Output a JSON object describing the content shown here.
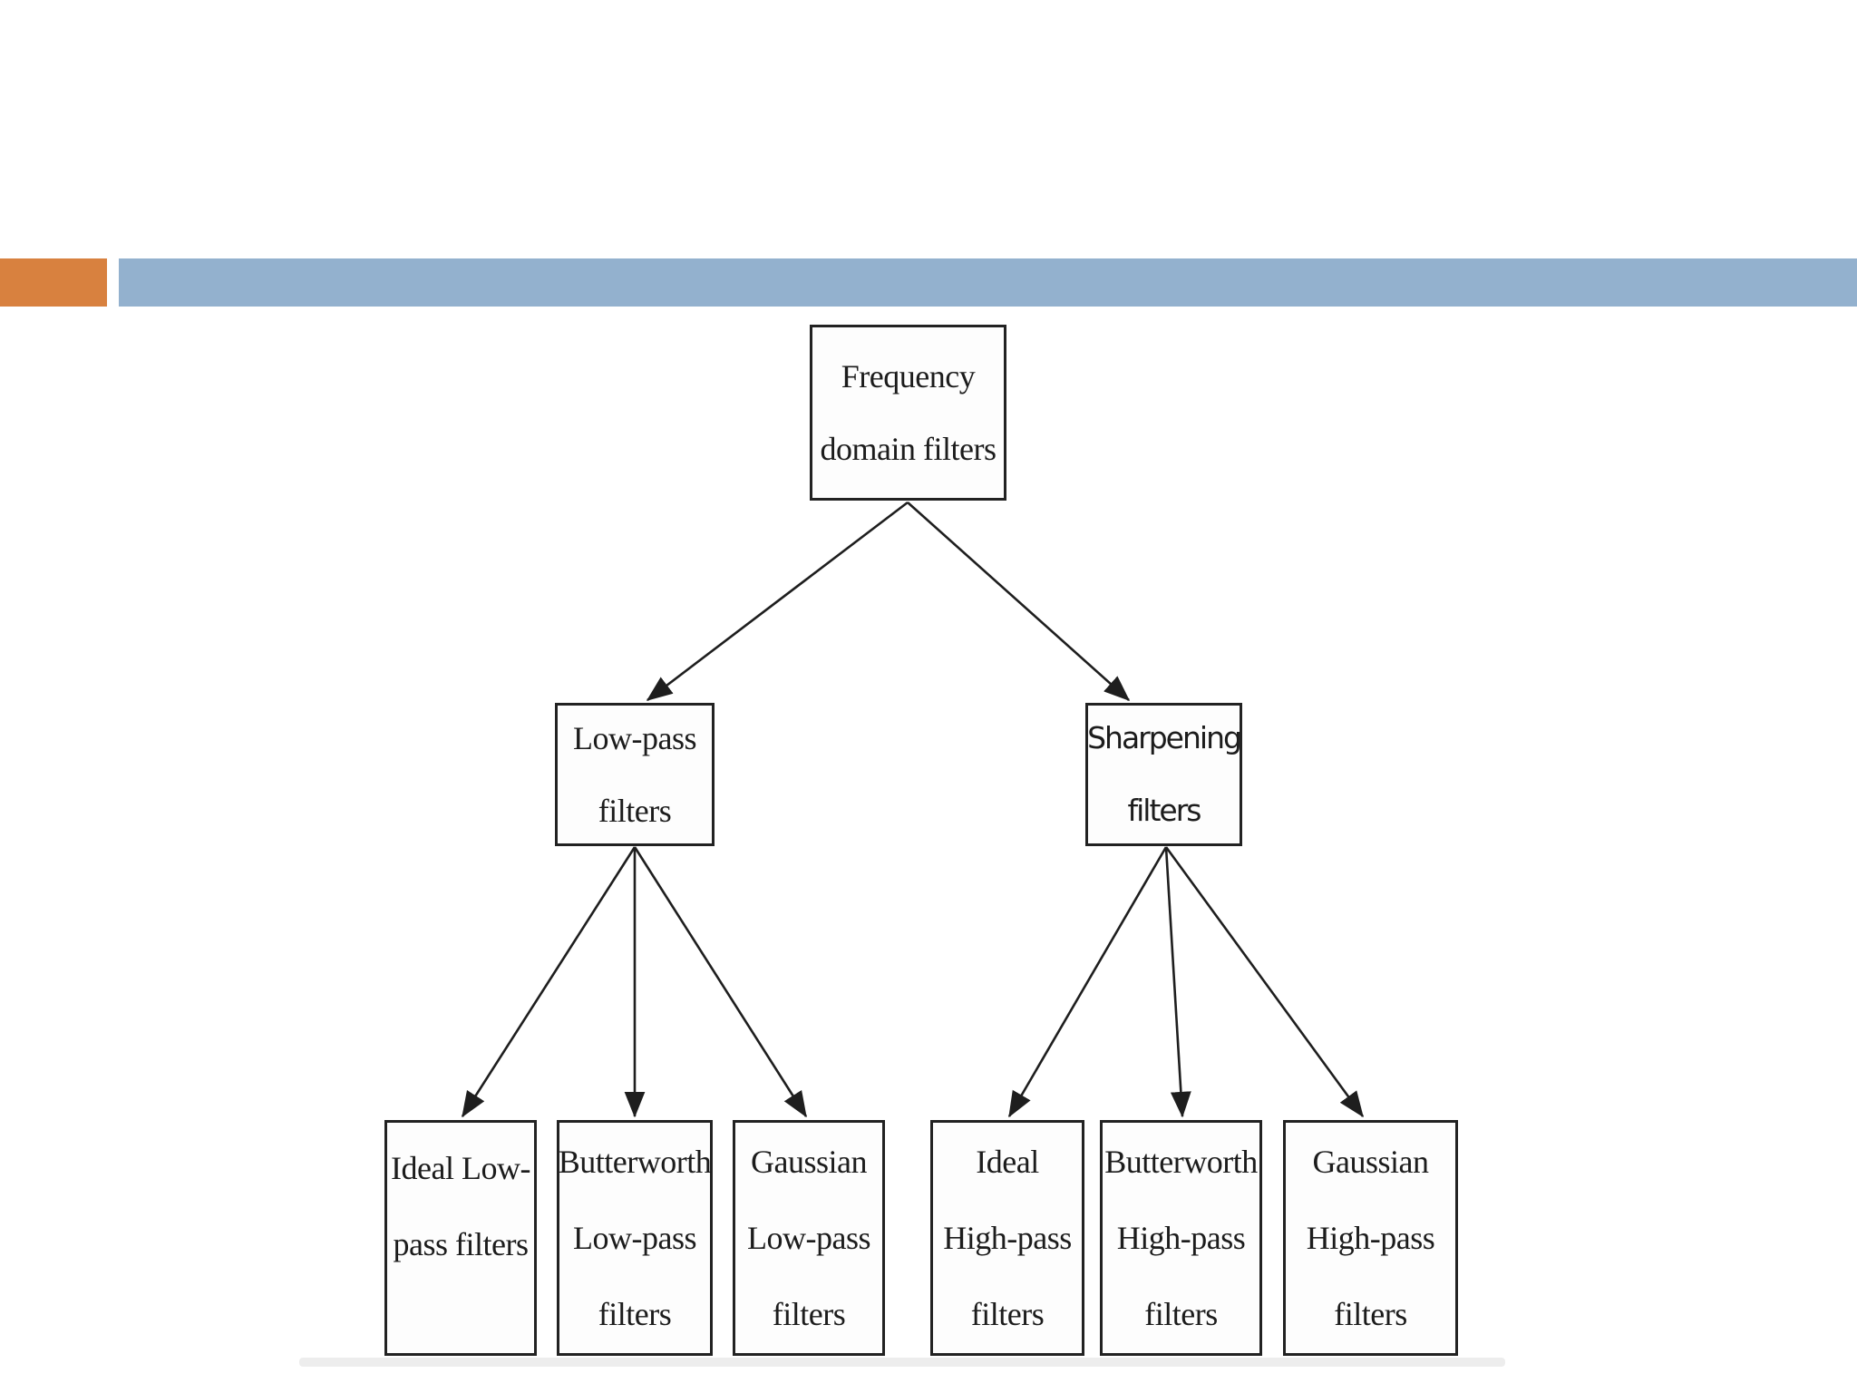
{
  "palette": {
    "accent_orange": "#d8813f",
    "accent_blue": "#93b1ce",
    "line_color": "#1e1e1e",
    "box_border": "#222222"
  },
  "diagram": {
    "nodes": {
      "root": {
        "lines": [
          "Frequency",
          "domain filters"
        ]
      },
      "low_pass": {
        "lines": [
          "Low-pass",
          "filters"
        ]
      },
      "sharpening": {
        "lines": [
          "Sharpening",
          "filters"
        ]
      },
      "ideal_low_pass": {
        "lines": [
          "Ideal Low-",
          "pass filters"
        ]
      },
      "butterworth_low_pass": {
        "lines": [
          "Butterworth",
          "Low-pass",
          "filters"
        ]
      },
      "gaussian_low_pass": {
        "lines": [
          "Gaussian",
          "Low-pass",
          "filters"
        ]
      },
      "ideal_high_pass": {
        "lines": [
          "Ideal",
          "High-pass",
          "filters"
        ]
      },
      "butterworth_high_pass": {
        "lines": [
          "Butterworth",
          "High-pass",
          "filters"
        ]
      },
      "gaussian_high_pass": {
        "lines": [
          "Gaussian",
          "High-pass",
          "filters"
        ]
      }
    }
  }
}
